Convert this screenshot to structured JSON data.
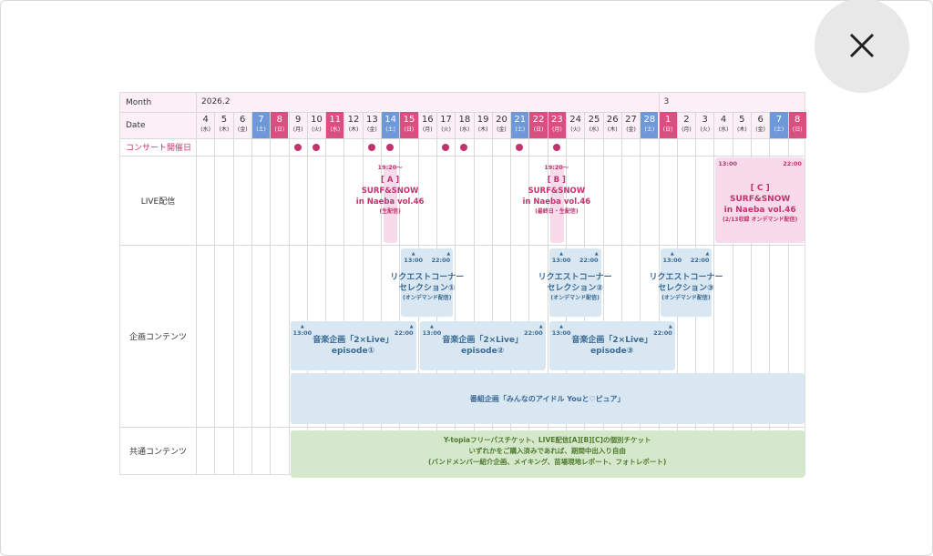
{
  "close_button": {
    "icon": "close-icon"
  },
  "schedule": {
    "labels": {
      "month": "Month",
      "date": "Date",
      "concert": "コンサート開催日",
      "live": "LIVE配信",
      "kikaku": "企画コンテンツ",
      "common": "共通コンテンツ"
    },
    "months": [
      {
        "label": "2026.2",
        "start_index": 0
      },
      {
        "label": "3",
        "start_index": 25
      }
    ],
    "days": [
      {
        "d": "4",
        "w": "(水)",
        "type": ""
      },
      {
        "d": "5",
        "w": "(木)",
        "type": ""
      },
      {
        "d": "6",
        "w": "(金)",
        "type": ""
      },
      {
        "d": "7",
        "w": "(土)",
        "type": "sat"
      },
      {
        "d": "8",
        "w": "(日)",
        "type": "sun"
      },
      {
        "d": "9",
        "w": "(月)",
        "type": ""
      },
      {
        "d": "10",
        "w": "(火)",
        "type": ""
      },
      {
        "d": "11",
        "w": "(水)",
        "type": "sun"
      },
      {
        "d": "12",
        "w": "(木)",
        "type": ""
      },
      {
        "d": "13",
        "w": "(金)",
        "type": ""
      },
      {
        "d": "14",
        "w": "(土)",
        "type": "sat"
      },
      {
        "d": "15",
        "w": "(日)",
        "type": "sun"
      },
      {
        "d": "16",
        "w": "(月)",
        "type": ""
      },
      {
        "d": "17",
        "w": "(火)",
        "type": ""
      },
      {
        "d": "18",
        "w": "(水)",
        "type": ""
      },
      {
        "d": "19",
        "w": "(木)",
        "type": ""
      },
      {
        "d": "20",
        "w": "(金)",
        "type": ""
      },
      {
        "d": "21",
        "w": "(土)",
        "type": "sat"
      },
      {
        "d": "22",
        "w": "(日)",
        "type": "sun"
      },
      {
        "d": "23",
        "w": "(月)",
        "type": "sun"
      },
      {
        "d": "24",
        "w": "(火)",
        "type": ""
      },
      {
        "d": "25",
        "w": "(水)",
        "type": ""
      },
      {
        "d": "26",
        "w": "(木)",
        "type": ""
      },
      {
        "d": "27",
        "w": "(金)",
        "type": ""
      },
      {
        "d": "28",
        "w": "(土)",
        "type": "sat"
      },
      {
        "d": "1",
        "w": "(日)",
        "type": "sun"
      },
      {
        "d": "2",
        "w": "(月)",
        "type": ""
      },
      {
        "d": "3",
        "w": "(火)",
        "type": ""
      },
      {
        "d": "4",
        "w": "(水)",
        "type": ""
      },
      {
        "d": "5",
        "w": "(木)",
        "type": ""
      },
      {
        "d": "6",
        "w": "(金)",
        "type": ""
      },
      {
        "d": "7",
        "w": "(土)",
        "type": "sat"
      },
      {
        "d": "8",
        "w": "(日)",
        "type": "sun"
      }
    ],
    "concert_day_indices": [
      5,
      6,
      9,
      10,
      13,
      14,
      17,
      19
    ],
    "live": [
      {
        "start": 10,
        "end": 10,
        "time": "19:20〜",
        "code": "[ A ]",
        "title1": "SURF&SNOW",
        "title2": "in Naeba vol.46",
        "note": "(生配信)"
      },
      {
        "start": 19,
        "end": 19,
        "time": "19:20〜",
        "code": "[ B ]",
        "title1": "SURF&SNOW",
        "title2": "in Naeba vol.46",
        "note": "(最終日・生配信)"
      },
      {
        "start": 28,
        "end": 32,
        "time_start": "13:00",
        "time_end": "22:00",
        "code": "[ C ]",
        "title1": "SURF&SNOW",
        "title2": "in Naeba vol.46",
        "note": "(2/13収録 オンデマンド配信)"
      }
    ],
    "requests": [
      {
        "start": 11,
        "end": 13,
        "time_start": "13:00",
        "time_end": "22:00",
        "title1": "リクエストコーナー",
        "title2": "セレクション①",
        "note": "(オンデマンド配信)"
      },
      {
        "start": 19,
        "end": 21,
        "time_start": "13:00",
        "time_end": "22:00",
        "title1": "リクエストコーナー",
        "title2": "セレクション②",
        "note": "(オンデマンド配信)"
      },
      {
        "start": 25,
        "end": 27,
        "time_start": "13:00",
        "time_end": "22:00",
        "title1": "リクエストコーナー",
        "title2": "セレクション③",
        "note": "(オンデマンド配信)"
      }
    ],
    "episodes": [
      {
        "start": 5,
        "end": 11,
        "time_start": "13:00",
        "time_end": "22:00",
        "title1": "音楽企画「2×Live」",
        "title2": "episode①"
      },
      {
        "start": 12,
        "end": 18,
        "time_start": "13:00",
        "time_end": "22:00",
        "title1": "音楽企画「2×Live」",
        "title2": "episode②"
      },
      {
        "start": 19,
        "end": 25,
        "time_start": "13:00",
        "time_end": "22:00",
        "title1": "音楽企画「2×Live」",
        "title2": "episode③"
      }
    ],
    "program": {
      "start": 5,
      "end": 32,
      "title": "番組企画「みんなのアイドル Youと♡ピュア」"
    },
    "common": {
      "start": 5,
      "end": 32,
      "line1": "Y-topiaフリーパスチケット、LIVE配信[A][B][C]の個別チケット",
      "line2": "いずれかをご購入済みであれば、期間中出入り自由",
      "line3": "(バンドメンバー紹介企画、メイキング、苗場現地レポート、フォトレポート)"
    },
    "colors": {
      "pink": "#c2336e",
      "sat": "#6f98d8",
      "sun": "#d8507f",
      "blue_box": "#d8e7f1",
      "green_box": "#d6e8cb"
    }
  }
}
